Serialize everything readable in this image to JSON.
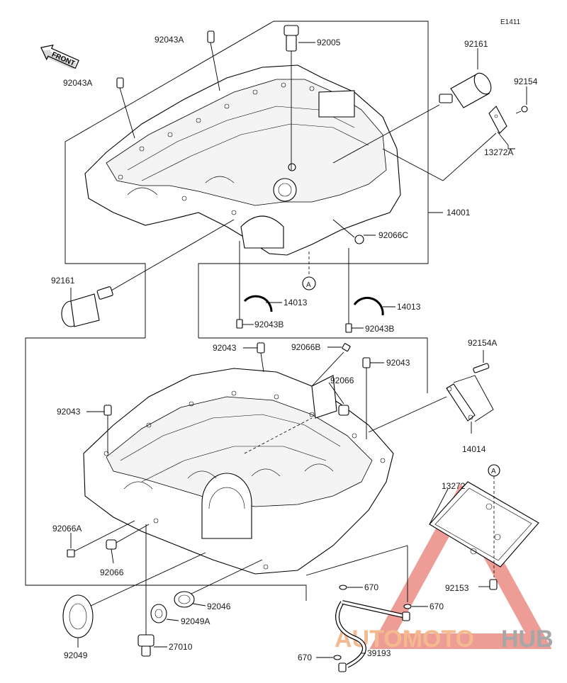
{
  "diagram_code": "E1411",
  "front_label": "FRONT",
  "circle_ref": "A",
  "watermark": {
    "part1": "AUTOMOTO",
    "part2": "HUB",
    "color_primary": "#e87b73",
    "color_secondary": "#8a8a8a"
  },
  "parts": {
    "p92043A_top": "92043A",
    "p92005": "92005",
    "p92043A_left": "92043A",
    "p92161_top": "92161",
    "p92154": "92154",
    "p13272A": "13272A",
    "p14001": "14001",
    "p92066C": "92066C",
    "p92161_left": "92161",
    "p14013_left": "14013",
    "p92043B_left": "92043B",
    "p14013_right": "14013",
    "p92043B_right": "92043B",
    "p92043_top_mid": "92043",
    "p92066B": "92066B",
    "p92043_top_right": "92043",
    "p92154A": "92154A",
    "p92066_mid": "92066",
    "p92043_left": "92043",
    "p14014": "14014",
    "p13272": "13272",
    "p92066A": "92066A",
    "p92066_low": "92066",
    "p670_a": "670",
    "p670_b": "670",
    "p92153": "92153",
    "p92049": "92049",
    "p92046": "92046",
    "p92049A": "92049A",
    "p27010": "27010",
    "p39193": "39193",
    "p670_c": "670"
  }
}
